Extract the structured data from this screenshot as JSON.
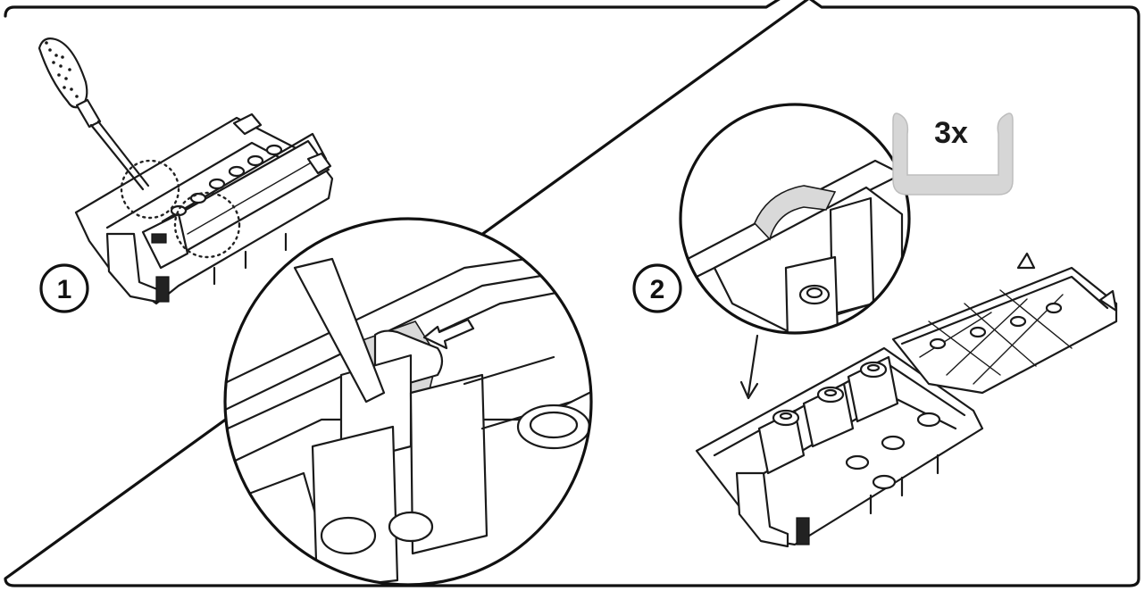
{
  "steps": [
    {
      "number": "1"
    },
    {
      "number": "2"
    }
  ],
  "quantity_label": "3x",
  "colors": {
    "ink": "#1a1a1a",
    "highlight": "#d9d9d9",
    "background": "#ffffff"
  },
  "icons": [
    "screwdriver-icon",
    "arrow-left-icon",
    "arrow-down-icon",
    "u-bracket-icon"
  ]
}
